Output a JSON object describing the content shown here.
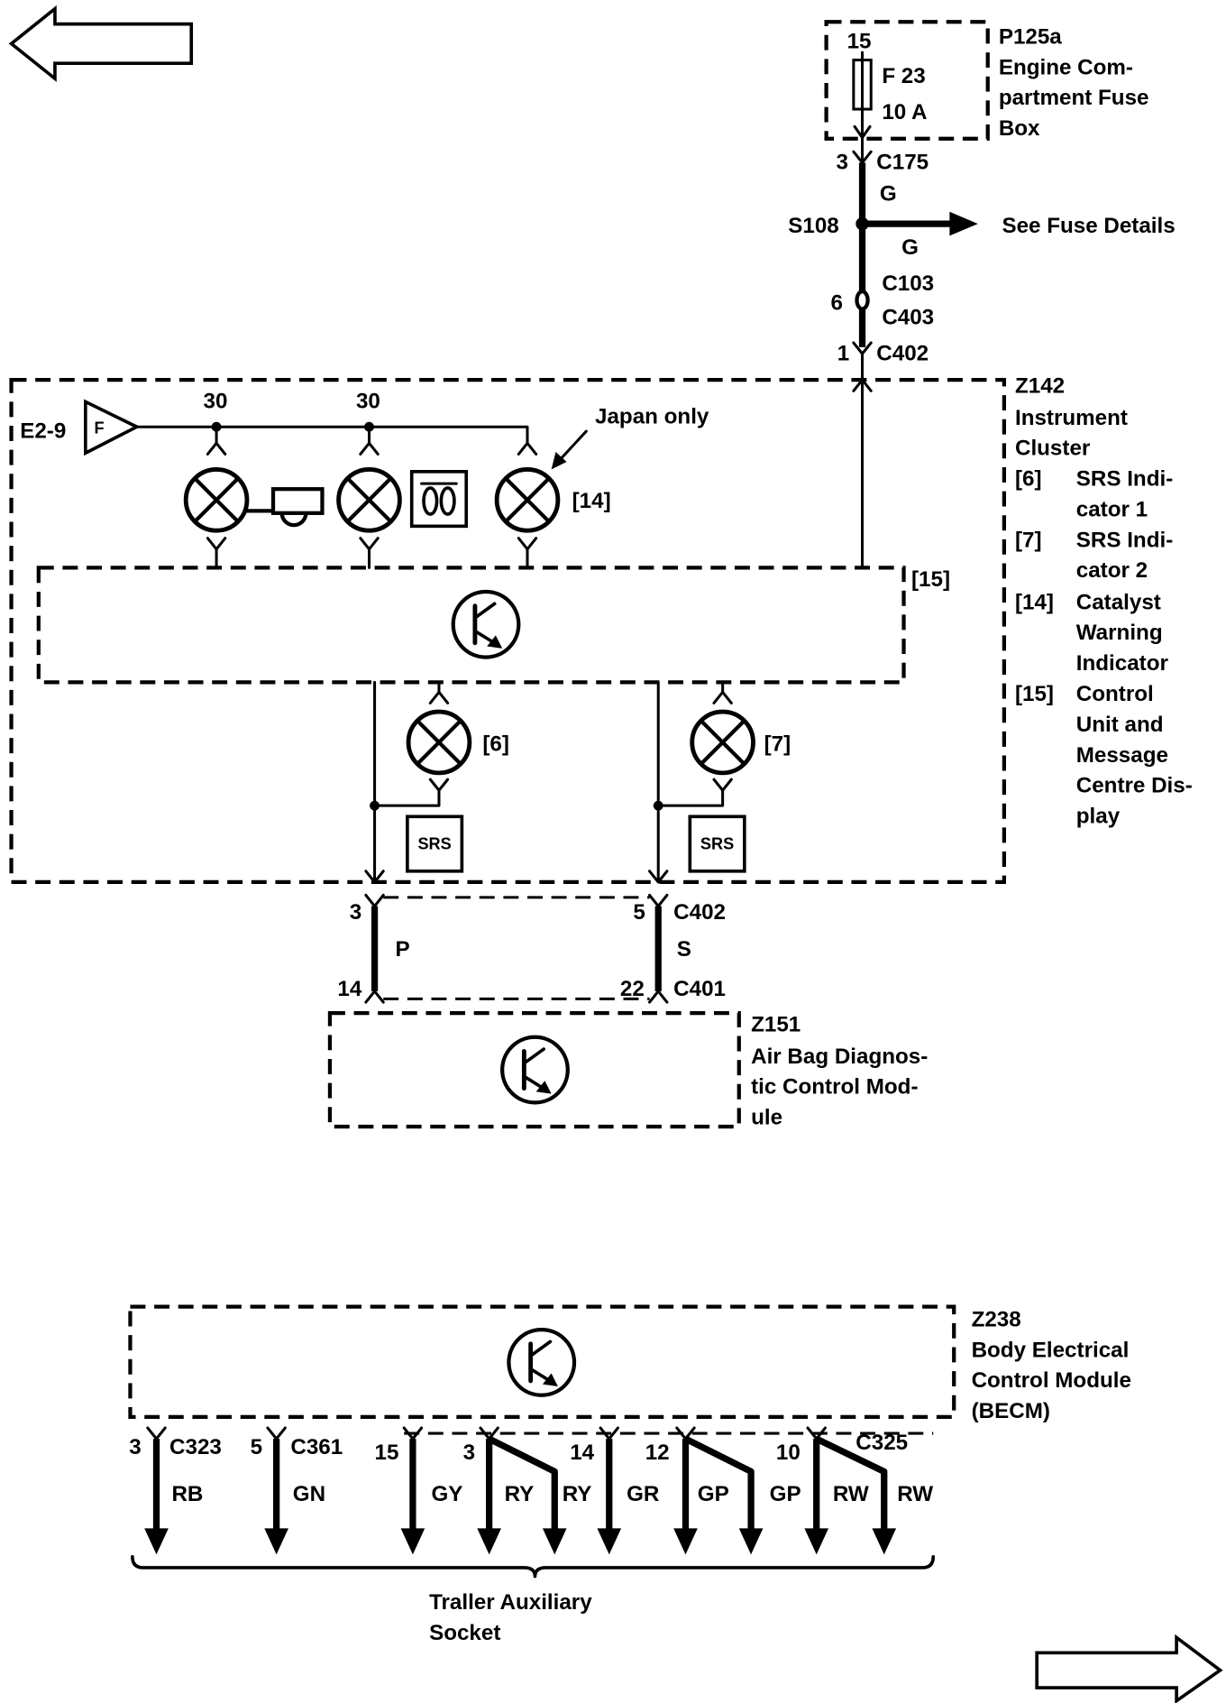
{
  "navigation": {
    "previous_icon": "arrow-left-icon",
    "next_icon": "arrow-right-icon"
  },
  "colors": {
    "ink": "#000000",
    "paper": "#ffffff"
  },
  "fuse_box": {
    "id": "P125a",
    "name_lines": [
      "Engine Com-",
      "partment Fuse",
      "Box"
    ],
    "terminal": "15",
    "fuse": "F 23",
    "rating": "10 A"
  },
  "feed": {
    "c175_pin": "3",
    "c175": "C175",
    "wire_color": "G",
    "splice": "S108",
    "branch_wire_color": "G",
    "branch_note": "See Fuse Details",
    "c103": "C103",
    "c403_pin": "6",
    "c403": "C403",
    "c402_pin": "1",
    "c402": "C402"
  },
  "cluster": {
    "id": "Z142",
    "name_lines": [
      "Instrument",
      "Cluster"
    ],
    "legend": [
      {
        "ref": "[6]",
        "lines": [
          "SRS Indi-",
          "cator 1"
        ]
      },
      {
        "ref": "[7]",
        "lines": [
          "SRS Indi-",
          "cator 2"
        ]
      },
      {
        "ref": "[14]",
        "lines": [
          "Catalyst",
          "Warning",
          "Indicator"
        ]
      },
      {
        "ref": "[15]",
        "lines": [
          "Control",
          "Unit and",
          "Message",
          "Centre Dis-",
          "play"
        ]
      }
    ],
    "ground_ref": "E2-9",
    "ground_symbol": "F",
    "pin_labels": [
      "30",
      "30"
    ],
    "japan_note": "Japan only",
    "catalyst_ref": "[14]",
    "control_unit_ref": "[15]",
    "srs_lamp_1_ref": "[6]",
    "srs_lamp_2_ref": "[7]",
    "srs_badges": [
      "SRS",
      "SRS"
    ]
  },
  "airbag_harness": {
    "left": {
      "pin_top": "3",
      "wire_color": "P",
      "pin_bottom": "14"
    },
    "right": {
      "pin_top": "5",
      "wire_color": "S",
      "pin_bottom": "22"
    },
    "connector_top": "C402",
    "connector_bottom": "C401"
  },
  "airbag_module": {
    "id": "Z151",
    "name_lines": [
      "Air Bag Diagnos-",
      "tic Control Mod-",
      "ule"
    ]
  },
  "becm": {
    "id": "Z238",
    "name_lines": [
      "Body Electrical",
      "Control Module",
      "(BECM)"
    ],
    "shared_connector": "C325",
    "outputs": [
      {
        "pin": "3",
        "connector": "C323",
        "color": "RB"
      },
      {
        "pin": "5",
        "connector": "C361",
        "color": "GN"
      },
      {
        "pin": "15",
        "color": "GY"
      },
      {
        "pin": "3",
        "color": "RY"
      },
      {
        "color": "RY"
      },
      {
        "pin": "14",
        "color": "GR"
      },
      {
        "pin": "12",
        "color": "GP"
      },
      {
        "color": "GP"
      },
      {
        "pin": "10",
        "color": "RW"
      },
      {
        "color": "RW"
      }
    ]
  },
  "trailer_socket": {
    "name_lines": [
      "Traller Auxiliary",
      "Socket"
    ]
  }
}
